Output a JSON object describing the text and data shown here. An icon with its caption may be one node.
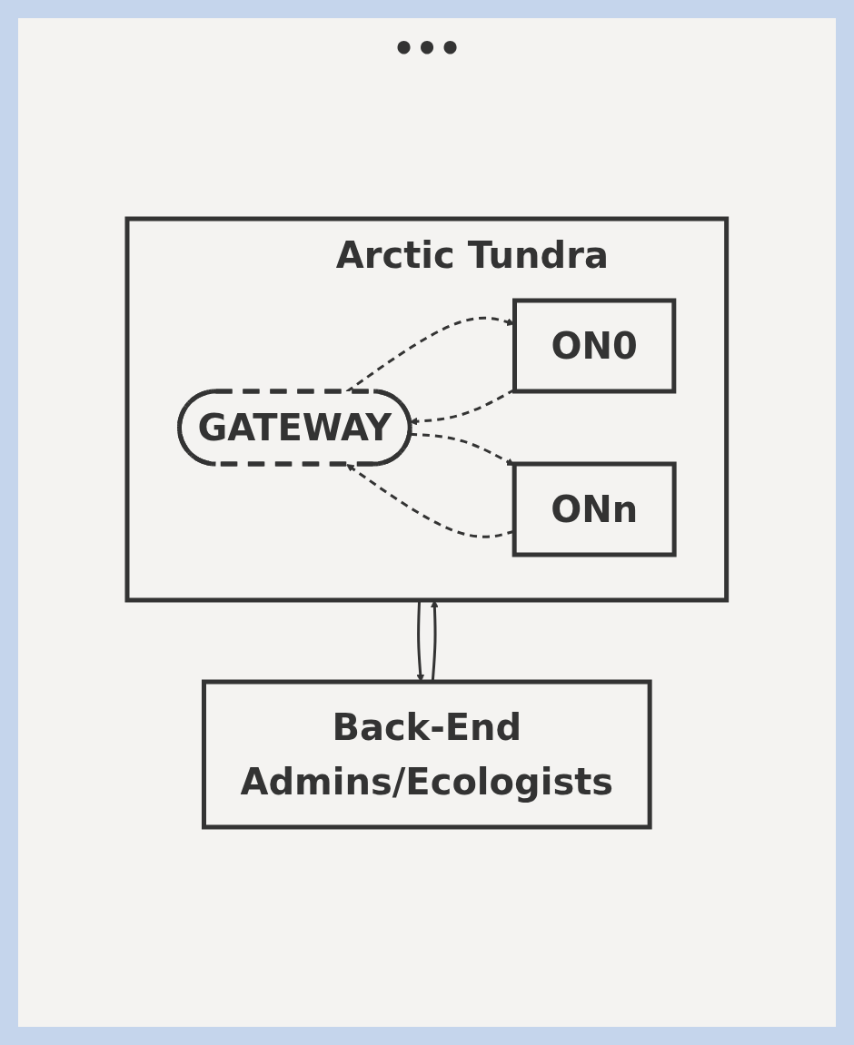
{
  "diagram": {
    "nodes": [
      {
        "text": [
          "Arctic Tundra"
        ]
      },
      {
        "text": [
          "ON0"
        ],
        "in": 0
      },
      {
        "text": [
          "ONn"
        ],
        "in": 0
      },
      {
        "text": [
          "GATEWAY"
        ],
        "in": 0
      },
      {
        "text": [
          "Back-End",
          "Admins/Ecologists"
        ]
      }
    ],
    "edges": [
      {
        "from": 1,
        "to": 3,
        "arrow": "to",
        "style": "dashed"
      },
      {
        "from": 3,
        "to": 1,
        "arrow": "to",
        "style": "dashed"
      },
      {
        "from": 2,
        "to": 3,
        "arrow": "to",
        "style": "dashed"
      },
      {
        "from": 3,
        "to": 2,
        "arrow": "to",
        "style": "dashed"
      },
      {
        "from": 0,
        "to": 4,
        "arrow": "to"
      },
      {
        "from": 4,
        "to": 0,
        "arrow": "to"
      }
    ],
    "labels": [
      "•••"
    ]
  }
}
